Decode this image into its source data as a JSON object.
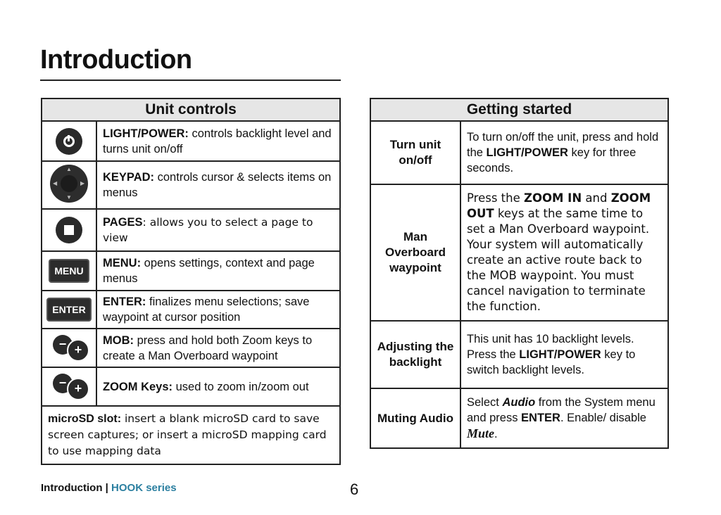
{
  "page": {
    "title": "Introduction",
    "number": "6"
  },
  "footer": {
    "section": "Introduction",
    "separator": "|",
    "brand": "HOOK series"
  },
  "unit_controls": {
    "header": "Unit controls",
    "rows": [
      {
        "icon": "power-button-icon",
        "key": "LIGHT/POWER:",
        "text": " controls backlight level and turns unit on/off"
      },
      {
        "icon": "keypad-icon",
        "key": "KEYPAD:",
        "text": " controls cursor & selects items on menus"
      },
      {
        "icon": "pages-button-icon",
        "key": "PAGES",
        "text": ": allows you to select a page to view"
      },
      {
        "icon": "menu-key-icon",
        "icon_text": "MENU",
        "key": "MENU:",
        "text": " opens settings, context and page menus"
      },
      {
        "icon": "enter-key-icon",
        "icon_text": "ENTER",
        "key": "ENTER:",
        "text": " finalizes menu selections; save waypoint at cursor position"
      },
      {
        "icon": "zoom-keys-icon",
        "key": "MOB:",
        "text": " press and hold both Zoom keys to create a Man Overboard waypoint"
      },
      {
        "icon": "zoom-keys-icon",
        "key": "ZOOM Keys:",
        "text": " used to zoom in/zoom out"
      }
    ],
    "note": {
      "key": "microSD slot:",
      "text": " insert a blank microSD card to save screen captures; or insert a microSD mapping card to use mapping data"
    },
    "zoom_minus": "−",
    "zoom_plus": "+"
  },
  "getting_started": {
    "header": "Getting started",
    "rows": [
      {
        "label": "Turn unit on/off",
        "parts": [
          "To turn on/off the unit, press and hold the ",
          "LIGHT/POWER",
          " key for three seconds."
        ]
      },
      {
        "label": "Man Overboard waypoint",
        "parts": [
          "Press the ",
          "ZOOM IN",
          " and ",
          "ZOOM OUT",
          " keys at the same time to set a Man Overboard waypoint. Your system will automatically create an active route back to the MOB waypoint. You must cancel navigation to terminate the function."
        ]
      },
      {
        "label": "Adjusting the backlight",
        "parts": [
          "This unit has 10 backlight levels. Press the ",
          "LIGHT/POWER",
          " key to switch backlight levels."
        ]
      },
      {
        "label": "Muting Audio",
        "parts": [
          "Select ",
          "Audio",
          " from the System menu and press ",
          "ENTER",
          ". Enable/ disable ",
          "Mute",
          "."
        ]
      }
    ]
  }
}
